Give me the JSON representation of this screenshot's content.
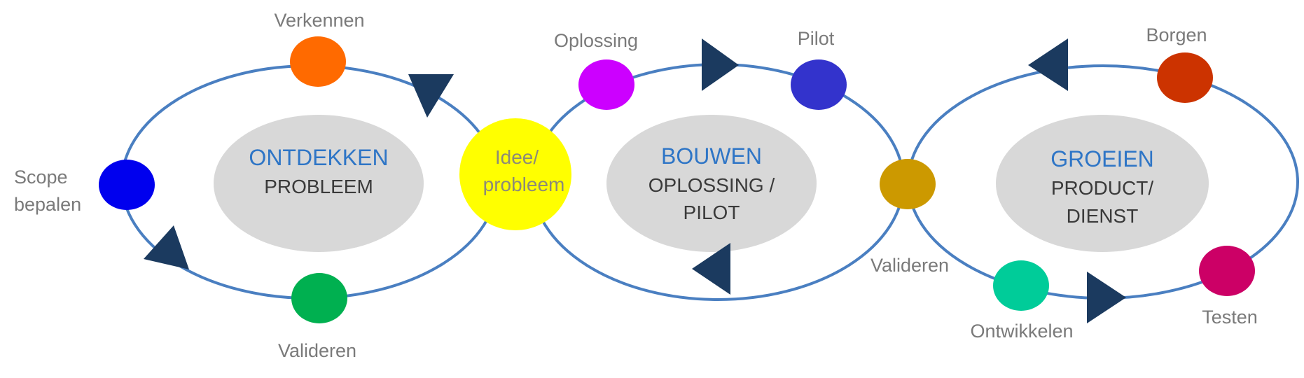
{
  "colors": {
    "ring": "#4a7fc1",
    "arrow": "#1b3a5f",
    "center_oval": "#d8d8d8",
    "phase_title": "#2e75c6",
    "phase_sub": "#3a3a3a",
    "label": "#7a7a7a"
  },
  "phases": [
    {
      "title": "ONTDEKKEN",
      "subtitle": [
        "PROBLEEM"
      ]
    },
    {
      "title": "BOUWEN",
      "subtitle": [
        "OPLOSSING /",
        "PILOT"
      ]
    },
    {
      "title": "GROEIEN",
      "subtitle": [
        "PRODUCT/",
        "DIENST"
      ]
    }
  ],
  "center_node": {
    "lines": [
      "Idee/",
      "probleem"
    ],
    "color": "#ffff00"
  },
  "nodes": [
    {
      "label": "Verkennen",
      "color": "#ff6a00"
    },
    {
      "label": "Scope",
      "label2": "bepalen",
      "color": "#0000ee"
    },
    {
      "label": "Valideren",
      "color": "#00b050"
    },
    {
      "label": "Oplossing",
      "color": "#cc00ff"
    },
    {
      "label": "Pilot",
      "color": "#3333cc"
    },
    {
      "label": "Valideren",
      "color": "#cc9900"
    },
    {
      "label": "Borgen",
      "color": "#cc3300"
    },
    {
      "label": "Testen",
      "color": "#cc0066"
    },
    {
      "label": "Ontwikkelen",
      "color": "#00cc99"
    }
  ],
  "arrows": [
    {
      "name": "ring1-top-arrow",
      "direction": "clockwise"
    },
    {
      "name": "ring1-bottom-arrow",
      "direction": "clockwise"
    },
    {
      "name": "ring2-top-arrow",
      "direction": "right"
    },
    {
      "name": "ring2-bottom-arrow",
      "direction": "left"
    },
    {
      "name": "ring3-top-arrow",
      "direction": "left"
    },
    {
      "name": "ring3-bottom-arrow",
      "direction": "right"
    }
  ]
}
